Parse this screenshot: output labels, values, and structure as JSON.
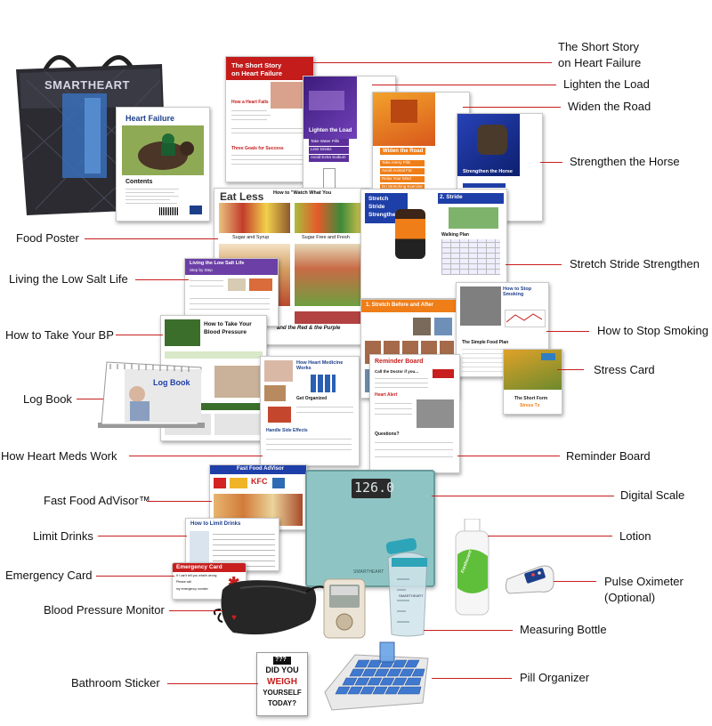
{
  "labels": {
    "short_story_1": "The Short Story",
    "short_story_2": "on Heart Failure",
    "lighten_load": "Lighten the Load",
    "widen_road": "Widen the Road",
    "strengthen_horse": "Strengthen the Horse",
    "food_poster": "Food Poster",
    "stretch_stride": "Stretch Stride Strengthen",
    "low_salt": "Living the Low Salt Life",
    "take_bp": "How to Take Your BP",
    "stop_smoking": "How to Stop Smoking",
    "stress_card": "Stress Card",
    "log_book": "Log Book",
    "heart_meds": "How Heart Meds Work",
    "reminder_board": "Reminder Board",
    "fast_food": "Fast Food AdVisor™",
    "digital_scale": "Digital Scale",
    "limit_drinks": "Limit Drinks",
    "lotion": "Lotion",
    "emergency_card": "Emergency Card",
    "pulse_ox_1": "Pulse Oximeter",
    "pulse_ox_2": "(Optional)",
    "bp_monitor": "Blood Pressure Monitor",
    "measuring_bottle": "Measuring Bottle",
    "bathroom_sticker": "Bathroom Sticker",
    "pill_organizer": "Pill Organizer"
  },
  "items": {
    "bag_brand": "SMARTHEART",
    "heart_failure_title": "Heart Failure",
    "contents_title": "Contents",
    "short_story_title_1": "The Short Story",
    "short_story_title_2": "on Heart Failure",
    "how_heart_fails": "How a Heart Fails",
    "three_goals": "Three Goals for Success",
    "lighten_title": "Lighten the Load",
    "lighten_b1": "Take Water Pills",
    "lighten_b2": "Limit Drinks",
    "lighten_b3": "Avoid Extra Sodium",
    "widen_title": "Widen the Road",
    "widen_b1": "Take Artery Pills",
    "widen_b2": "Avoid Animal Fat",
    "widen_b3": "Relax Your Mind",
    "widen_b4": "Do Stretching Exercise",
    "strengthen_title": "Strengthen the Horse",
    "eat_less": "Eat Less",
    "how_to_watch": "How to \"Watch What You",
    "sugar_syrup": "Sugar and Syrup",
    "sugar_free": "Sugar Free and Fresh",
    "and_red_purple": "and the Red & the Purple",
    "stretch_title_1": "Stretch",
    "stretch_title_2": "Stride",
    "stretch_title_3": "Strengthen",
    "stride_header": "2. Stride",
    "walking_plan": "Walking Plan",
    "stretch_before": "1. Stretch Before and After",
    "low_salt_title": "Living the Low Salt Life",
    "low_salt_sub": "Step by Step",
    "take_bp_title_1": "How to Take Your",
    "take_bp_title_2": "Blood Pressure",
    "log_book_title": "Log Book",
    "meds_title": "How Heart Medicine Works",
    "get_organized": "Get Organized",
    "handle_side": "Handle Side Effects",
    "stop_smoking_title": "How to Stop Smoking",
    "simple_food_plan": "The Simple Food Plan",
    "stress_card_title_1": "The Short Form",
    "stress_card_title_2": "Stress Tx",
    "reminder_title": "Reminder Board",
    "call_doctor": "Call the Doctor if you...",
    "heart_alert": "Heart Alert",
    "questions": "Questions?",
    "fast_food_title": "Fast Food AdVisor",
    "kfc": "KFC",
    "scale_reading": "126.0",
    "scale_brand": "SMARTHEART",
    "limit_drinks_title": "How to Limit Drinks",
    "emergency_title": "Emergency Card",
    "emergency_line1": "If I can't tell you what's wrong",
    "emergency_line2": "Please call",
    "emergency_line3": "my emergency number",
    "sticker_q": "???",
    "sticker_l1": "DID YOU",
    "sticker_l2": "WEIGH",
    "sticker_l3": "YOURSELF",
    "sticker_l4": "TODAY?",
    "lotion_brand": "Freshscent",
    "bottle_brand": "SMARTHEART"
  },
  "colors": {
    "accent_red": "#c81e1e",
    "purple": "#5b2f9c",
    "orange": "#f07e18",
    "blue": "#1f3fa8",
    "scale_teal": "#8ec4c4",
    "pill_blue": "#3f79cf"
  }
}
